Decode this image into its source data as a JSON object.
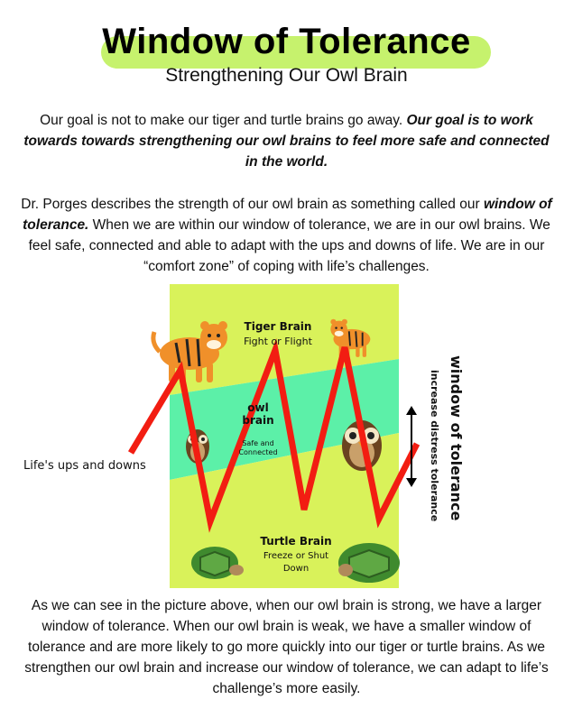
{
  "header": {
    "title": "Window of Tolerance",
    "subtitle": "Strengthening Our Owl Brain"
  },
  "intro": {
    "normal": "Our goal is not to make our tiger and turtle brains go away. ",
    "bold_italic": "Our goal is to work towards towards strengthening our owl brains to feel more safe and connected in the world."
  },
  "description": {
    "part1": "Dr. Porges describes the strength of our owl brain as something called our ",
    "bold_italic": "window of tolerance.",
    "part2": " When we are within our window of tolerance, we are in our owl brains. We feel safe, connected and able to adapt with the ups and downs of life. We are in our “comfort zone” of coping with life’s challenges."
  },
  "diagram": {
    "tiger_title": "Tiger Brain",
    "tiger_sub": "Fight or Flight",
    "owl_title_1": "owl",
    "owl_title_2": "brain",
    "owl_sub_1": "Safe and",
    "owl_sub_2": "Connected",
    "turtle_title": "Turtle Brain",
    "turtle_sub_1": "Freeze or Shut",
    "turtle_sub_2": "Down",
    "ups_downs_label": "Life's ups and downs",
    "window_label": "window of tolerance",
    "window_sub": "increase distress tolerance",
    "colors": {
      "tiger_zone": "#d9f25a",
      "owl_zone": "#5cf0a8",
      "turtle_zone": "#d9f25a",
      "line": "#f21d12"
    }
  },
  "conclusion": {
    "text": "As we can see in the picture above, when our owl brain is strong, we have a larger window of tolerance. When our owl brain is weak, we have a smaller window of tolerance and are more likely to go more quickly into our tiger or turtle brains. As we strengthen our owl brain and increase our window of tolerance, we can adapt to life’s challenge’s more easily."
  }
}
